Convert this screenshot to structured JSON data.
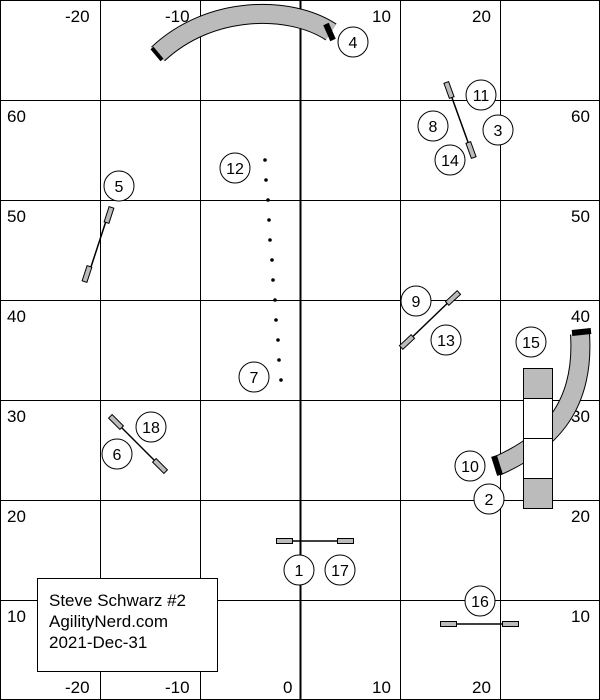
{
  "axis_labels": {
    "x_top": [
      "-20",
      "-10",
      "10",
      "20"
    ],
    "x_bottom": [
      "-20",
      "-10",
      "0",
      "10",
      "20"
    ],
    "y_left": [
      "60",
      "50",
      "40",
      "30",
      "20",
      "10"
    ],
    "y_right": [
      "60",
      "50",
      "40",
      "30",
      "20",
      "10"
    ]
  },
  "obstacle_numbers": [
    "1",
    "2",
    "3",
    "4",
    "5",
    "6",
    "7",
    "8",
    "9",
    "10",
    "11",
    "12",
    "13",
    "14",
    "15",
    "16",
    "17",
    "18"
  ],
  "colors": {
    "tunnel": "#bbbbbb",
    "grid": "#000000",
    "accent": "#000000"
  },
  "credit": {
    "line1": "Steve Schwarz #2",
    "line2": "AgilityNerd.com",
    "line3": "2021-Dec-31"
  }
}
